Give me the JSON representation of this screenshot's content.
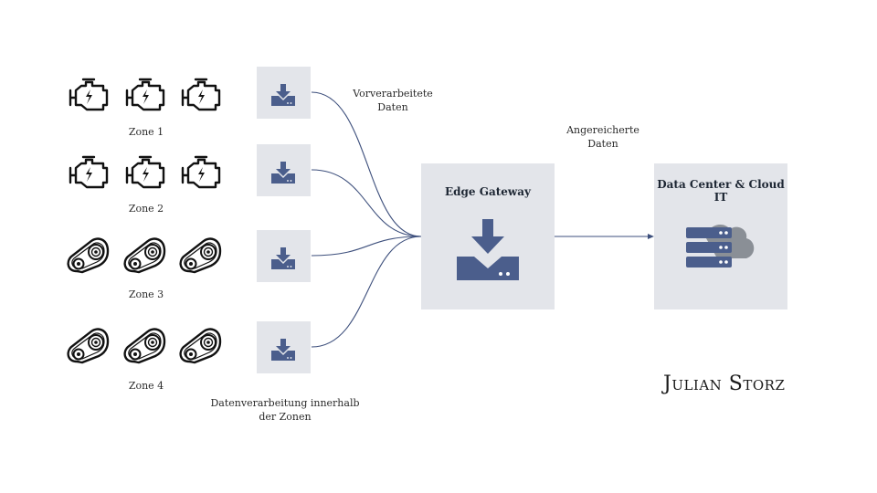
{
  "zones": [
    {
      "label": "Zone 1",
      "machine_icon": "engine-icon"
    },
    {
      "label": "Zone 2",
      "machine_icon": "engine-icon"
    },
    {
      "label": "Zone 3",
      "machine_icon": "belt-drive-icon"
    },
    {
      "label": "Zone 4",
      "machine_icon": "belt-drive-icon"
    }
  ],
  "labels": {
    "preprocessed": [
      "Vorverarbeitete",
      "Daten"
    ],
    "enriched": [
      "Angereicherte",
      "Daten"
    ],
    "zone_processing": [
      "Datenverarbeitung innerhalb",
      "der Zonen"
    ]
  },
  "edge_gateway": {
    "title": "Edge Gateway",
    "icon": "download-icon"
  },
  "data_center": {
    "title_line1": "Data Center & Cloud",
    "title_line2": "IT",
    "icon": "server-cloud-icon"
  },
  "brand": "Julian Storz",
  "colors": {
    "accent": "#4b5e8c",
    "box": "#e3e5ea",
    "line": "#3d4f7c",
    "cloud": "#8a8f96"
  }
}
